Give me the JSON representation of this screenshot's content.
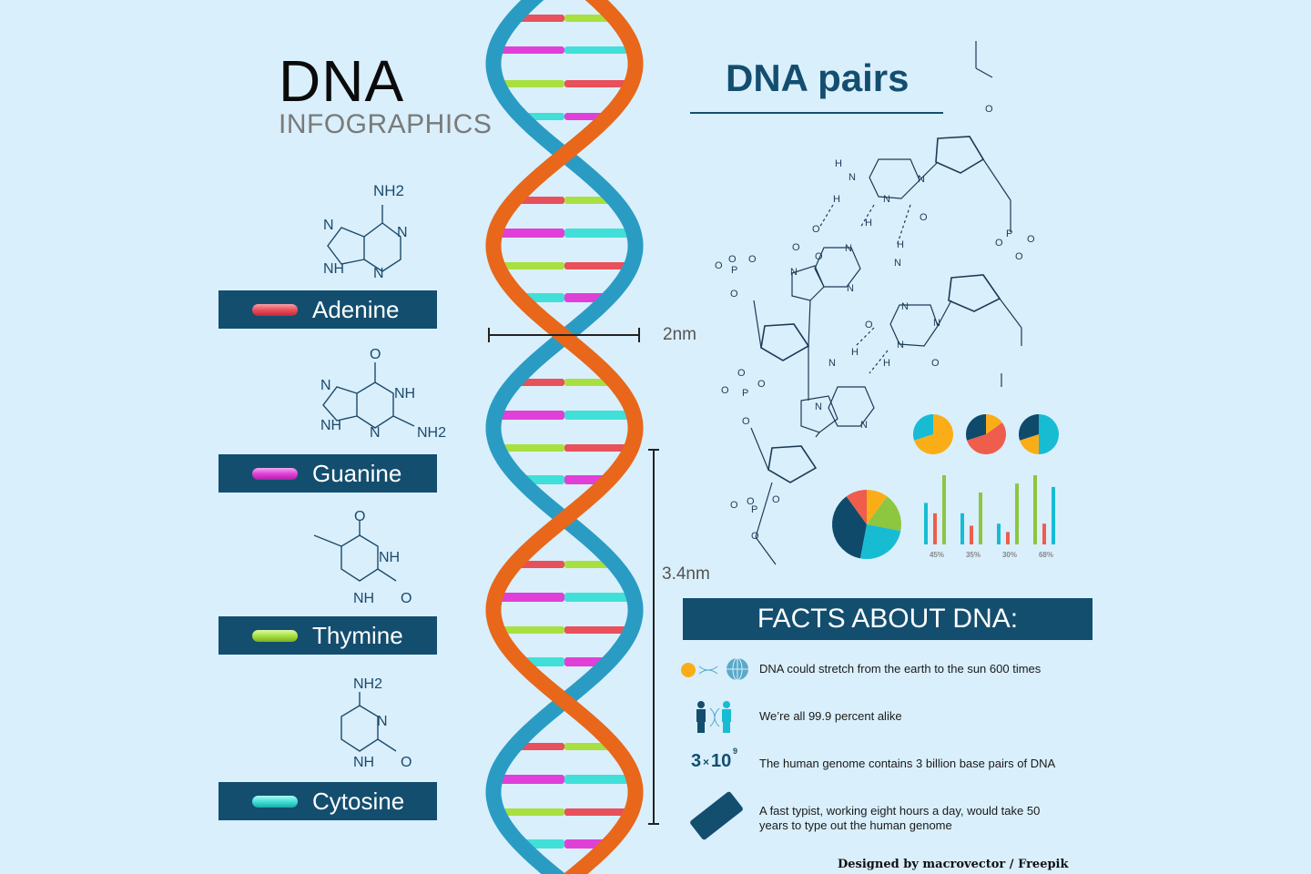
{
  "header": {
    "title": "DNA",
    "subtitle": "INFOGRAPHICS"
  },
  "bases": [
    {
      "label": "Adenine",
      "color": "#e8505b",
      "formula": [
        "NH2",
        "N",
        "N",
        "NH",
        "N"
      ]
    },
    {
      "label": "Guanine",
      "color": "#e040d8",
      "formula": [
        "O",
        "N",
        "NH",
        "NH",
        "N",
        "NH2"
      ]
    },
    {
      "label": "Thymine",
      "color": "#a8e040",
      "formula": [
        "O",
        "NH",
        "NH",
        "O"
      ]
    },
    {
      "label": "Cytosine",
      "color": "#40e0d8",
      "formula": [
        "NH2",
        "N",
        "NH",
        "O"
      ]
    }
  ],
  "helix": {
    "strand_a_color": "#e8671a",
    "strand_b_color": "#2a9cc4",
    "width_label": "2nm",
    "pitch_label": "3.4nm"
  },
  "pairs": {
    "title": "DNA pairs",
    "atoms": [
      "H",
      "N",
      "H",
      "N",
      "N",
      "O",
      "O",
      "H",
      "N",
      "H",
      "O",
      "N",
      "N",
      "N",
      "N",
      "O",
      "P",
      "O",
      "O",
      "O",
      "O",
      "P",
      "O",
      "O",
      "O",
      "O",
      "O",
      "N",
      "N",
      "O",
      "H",
      "H",
      "N",
      "N",
      "N",
      "O",
      "P",
      "O",
      "O",
      "O",
      "P",
      "O",
      "O",
      "O",
      "O"
    ]
  },
  "mini_charts": {
    "pies": [
      [
        70,
        30
      ],
      [
        15,
        55,
        30
      ],
      [
        50,
        20,
        30
      ]
    ],
    "big_pie": [
      10,
      18,
      25,
      37,
      10
    ],
    "bar_groups": [
      {
        "label": "45%",
        "values": [
          60,
          45,
          100
        ]
      },
      {
        "label": "35%",
        "values": [
          45,
          27,
          75
        ]
      },
      {
        "label": "30%",
        "values": [
          30,
          18,
          88
        ]
      },
      {
        "label": "68%",
        "values": [
          100,
          30,
          83
        ]
      }
    ],
    "colors": [
      "#fbad18",
      "#17bcd3",
      "#ef5d4c",
      "#8dc63f",
      "#0f4a6b"
    ]
  },
  "facts": {
    "title": "FACTS ABOUT DNA:",
    "items": [
      "DNA could stretch from the earth to the sun 600 times",
      "We’re all 99.9 percent alike",
      "The human genome contains 3 billion base pairs of DNA",
      "A fast typist, working eight hours a day, would take 50 years to type out the human genome"
    ],
    "sci_notation": {
      "mantissa": "3",
      "times": "×",
      "base": "10",
      "exponent": "9"
    }
  },
  "credit": "Designed by macrovector / Freepik"
}
